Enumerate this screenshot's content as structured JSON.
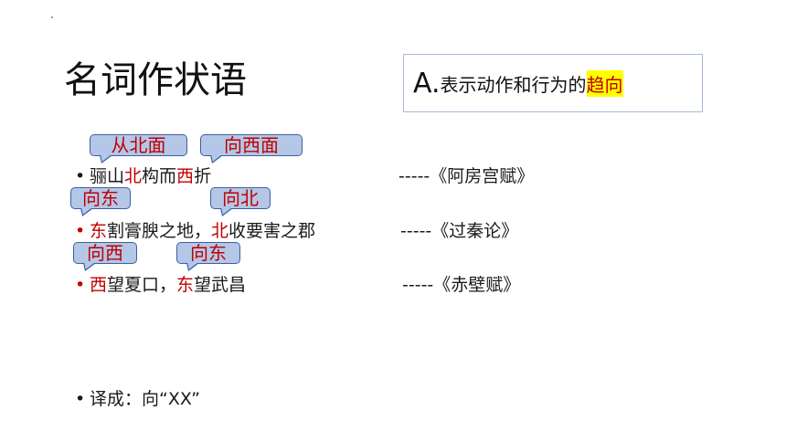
{
  "title": "名词作状语",
  "box_a": {
    "letter": "A.",
    "text": "表示动作和行为的",
    "highlight": "趋向"
  },
  "examples": [
    {
      "parts": [
        {
          "text": "骊山",
          "red": false
        },
        {
          "text": "北",
          "red": true
        },
        {
          "text": "构而",
          "red": false
        },
        {
          "text": "西",
          "red": true
        },
        {
          "text": "折",
          "red": false
        }
      ],
      "source": "-----《阿房宫赋》",
      "callouts": [
        "从北面",
        "向西面"
      ]
    },
    {
      "parts": [
        {
          "text": "东",
          "red": true
        },
        {
          "text": "割膏腴之地，",
          "red": false
        },
        {
          "text": "北",
          "red": true
        },
        {
          "text": "收要害之郡",
          "red": false
        }
      ],
      "source": "-----《过秦论》",
      "callouts": [
        "向东",
        "向北"
      ]
    },
    {
      "parts": [
        {
          "text": "西",
          "red": true
        },
        {
          "text": "望夏口，",
          "red": false
        },
        {
          "text": "东",
          "red": true
        },
        {
          "text": "望武昌",
          "red": false
        }
      ],
      "source": "-----《赤壁赋》",
      "callouts": [
        "向西",
        "向东"
      ]
    }
  ],
  "translation": "译成：向“XX”",
  "bullet": "•",
  "colors": {
    "accent_red": "#c00000",
    "callout_fill": "#b4c7e7",
    "highlight": "#ffff00"
  }
}
